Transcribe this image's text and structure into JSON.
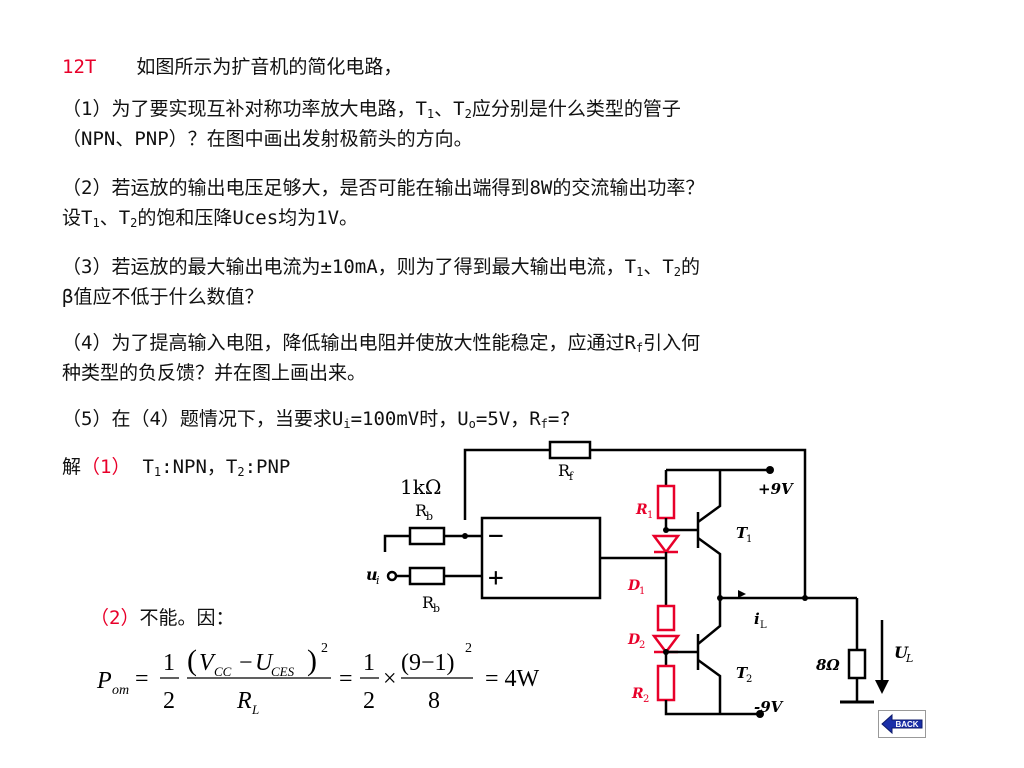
{
  "problem": {
    "number": "12T",
    "intro": "如图所示为扩音机的简化电路，",
    "q1_a": "（1）为了要实现互补对称功率放大电路，T",
    "q1_b": "、T",
    "q1_c": "应分别是什么类型的管子",
    "q1_line2": "（NPN、PNP）？在图中画出发射极箭头的方向。",
    "q2_line1": "（2）若运放的输出电压足够大，是否可能在输出端得到8W的交流输出功率？",
    "q2_line2_a": "设T",
    "q2_line2_b": "、T",
    "q2_line2_c": "的饱和压降Uces均为1V。",
    "q3_a": "（3）若运放的最大输出电流为±10mA，则为了得到最大输出电流，T",
    "q3_b": "、T",
    "q3_c": "的",
    "q3_line2": "β值应不低于什么数值？",
    "q4_a": "（4）为了提高输入电阻，降低输出电阻并使放大性能稳定，应通过R",
    "q4_sub": "f",
    "q4_b": "引入何",
    "q4_line2": "种类型的负反馈？并在图上画出来。",
    "q5_a": "（5）在（4）题情况下，当要求U",
    "q5_sub_i": "i",
    "q5_b": "=100mV时，U",
    "q5_sub_o": "o",
    "q5_c": "=5V，R",
    "q5_sub_f": "f",
    "q5_d": "=?",
    "sub_1": "1",
    "sub_2": "2"
  },
  "solution": {
    "label": "解",
    "part1_tag": "（1）",
    "part1_a": "T",
    "part1_b": ":NPN，T",
    "part1_c": ":PNP",
    "part2_tag": "（2）",
    "part2_text": "不能。因："
  },
  "formula": {
    "lhs": "P",
    "lhs_sub": "om",
    "eq": "=",
    "one": "1",
    "two": "2",
    "vcc": "V",
    "vcc_sub": "CC",
    "minus": "−",
    "uces": "U",
    "uces_sub": "CES",
    "sq": "2",
    "rl": "R",
    "rl_sub": "L",
    "times": "×",
    "num2": "(9−1)",
    "den2": "8",
    "result": "= 4W"
  },
  "circuit": {
    "rf": "R",
    "rf_sub": "f",
    "r_1k": "1kΩ",
    "rb": "R",
    "rb_sub": "b",
    "ui": "u",
    "ui_sub": "i",
    "minus_sign": "−",
    "plus_sign": "+",
    "r1": "R",
    "r1_sub": "1",
    "r2": "R",
    "r2_sub": "2",
    "d1": "D",
    "d1_sub": "1",
    "d2": "D",
    "d2_sub": "2",
    "t1": "T",
    "t1_sub": "1",
    "t2": "T",
    "t2_sub": "2",
    "vpos": "+9V",
    "vneg": "-9V",
    "il": "i",
    "il_sub": "L",
    "load": "8Ω",
    "ul": "U",
    "ul_sub": "L"
  },
  "nav": {
    "back_label": "BACK"
  },
  "colors": {
    "red": "#e8002a",
    "wire": "#000000",
    "back_blue": "#1a2fa8"
  }
}
